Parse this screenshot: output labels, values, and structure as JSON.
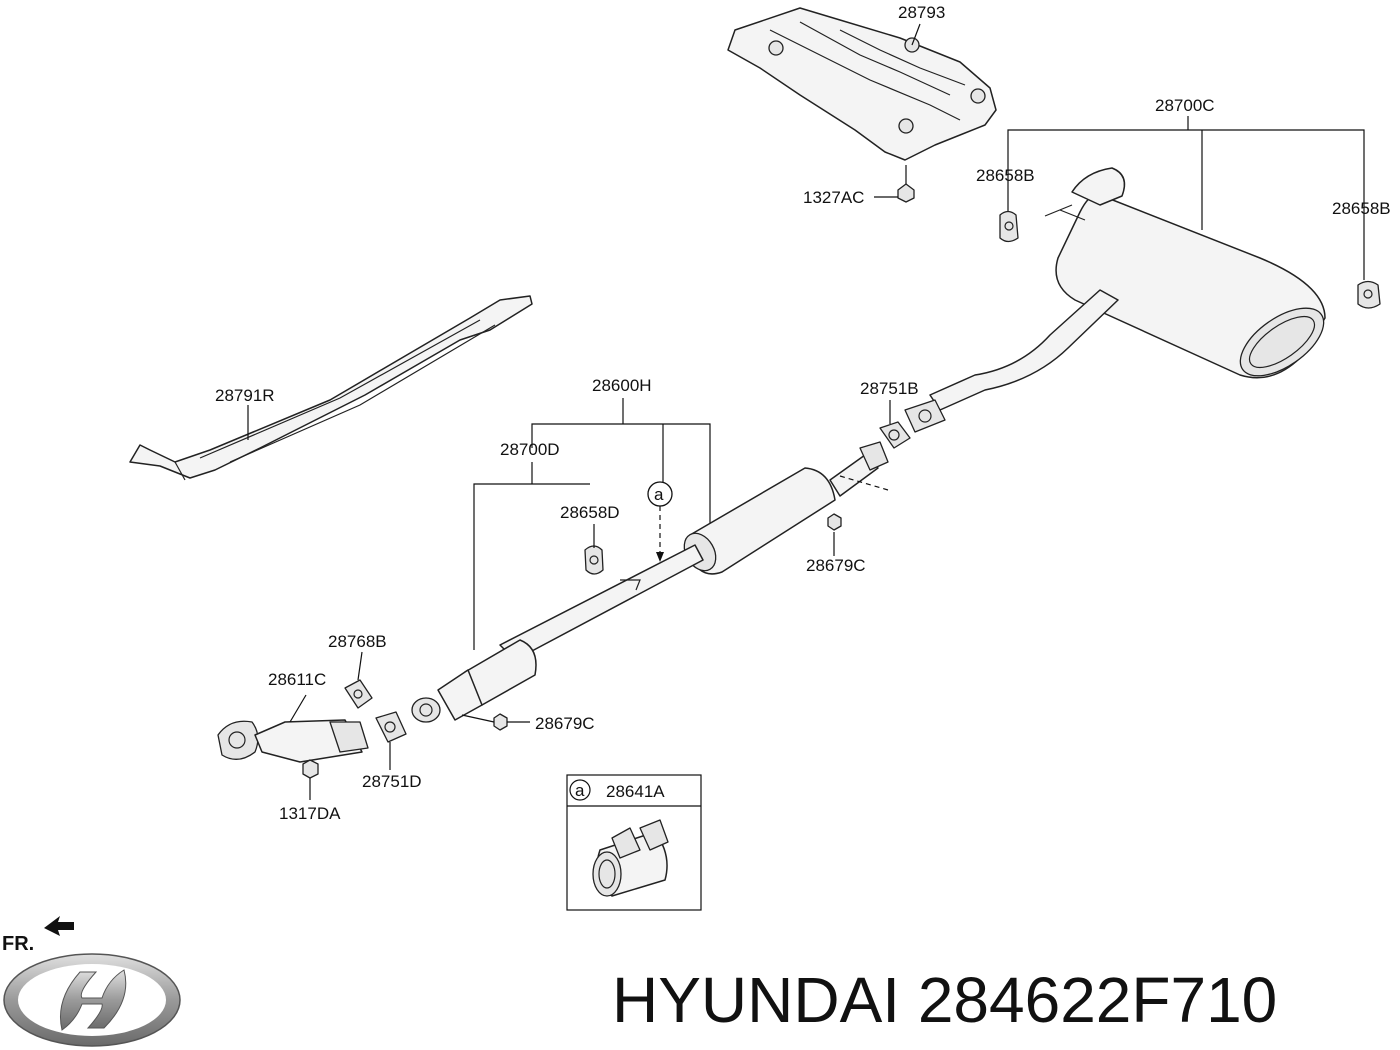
{
  "labels": {
    "p28793": "28793",
    "p1327AC": "1327AC",
    "p28700C": "28700C",
    "p28658B_left": "28658B",
    "p28658B_right": "28658B",
    "p28791R": "28791R",
    "p28600H": "28600H",
    "p28751B": "28751B",
    "p28700D": "28700D",
    "p28658D": "28658D",
    "p28679C_upper": "28679C",
    "p28768B": "28768B",
    "p28611C": "28611C",
    "p28679C_lower": "28679C",
    "p28751D": "28751D",
    "p1317DA": "1317DA",
    "callout_a_main": "a",
    "inset_callout_a": "a",
    "inset_part": "28641A"
  },
  "direction_marker": "FR.",
  "brand_caption": "HYUNDAI 284622F710",
  "logo": "hyundai-logo-icon"
}
